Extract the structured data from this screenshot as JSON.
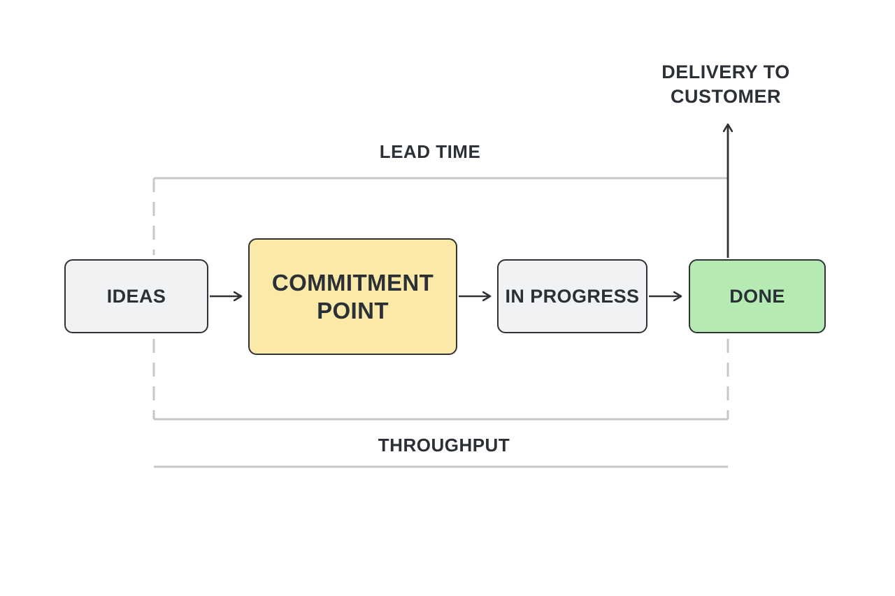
{
  "diagram": {
    "nodes": {
      "ideas": "IDEAS",
      "commitment_point": "COMMITMENT\nPOINT",
      "in_progress": "IN PROGRESS",
      "done": "DONE"
    },
    "labels": {
      "lead_time": "LEAD TIME",
      "throughput": "THROUGHPUT",
      "delivery": "DELIVERY TO\nCUSTOMER"
    },
    "edges": [
      {
        "from": "ideas",
        "to": "commitment_point"
      },
      {
        "from": "commitment_point",
        "to": "in_progress"
      },
      {
        "from": "in_progress",
        "to": "done"
      },
      {
        "from": "done",
        "to": "delivery"
      }
    ],
    "colors": {
      "neutral_box": "#f1f2f4",
      "commitment_box": "#fbe9a8",
      "done_box": "#b6eab3",
      "stroke": "#2e3137",
      "bracket": "#c4c8cd"
    }
  }
}
